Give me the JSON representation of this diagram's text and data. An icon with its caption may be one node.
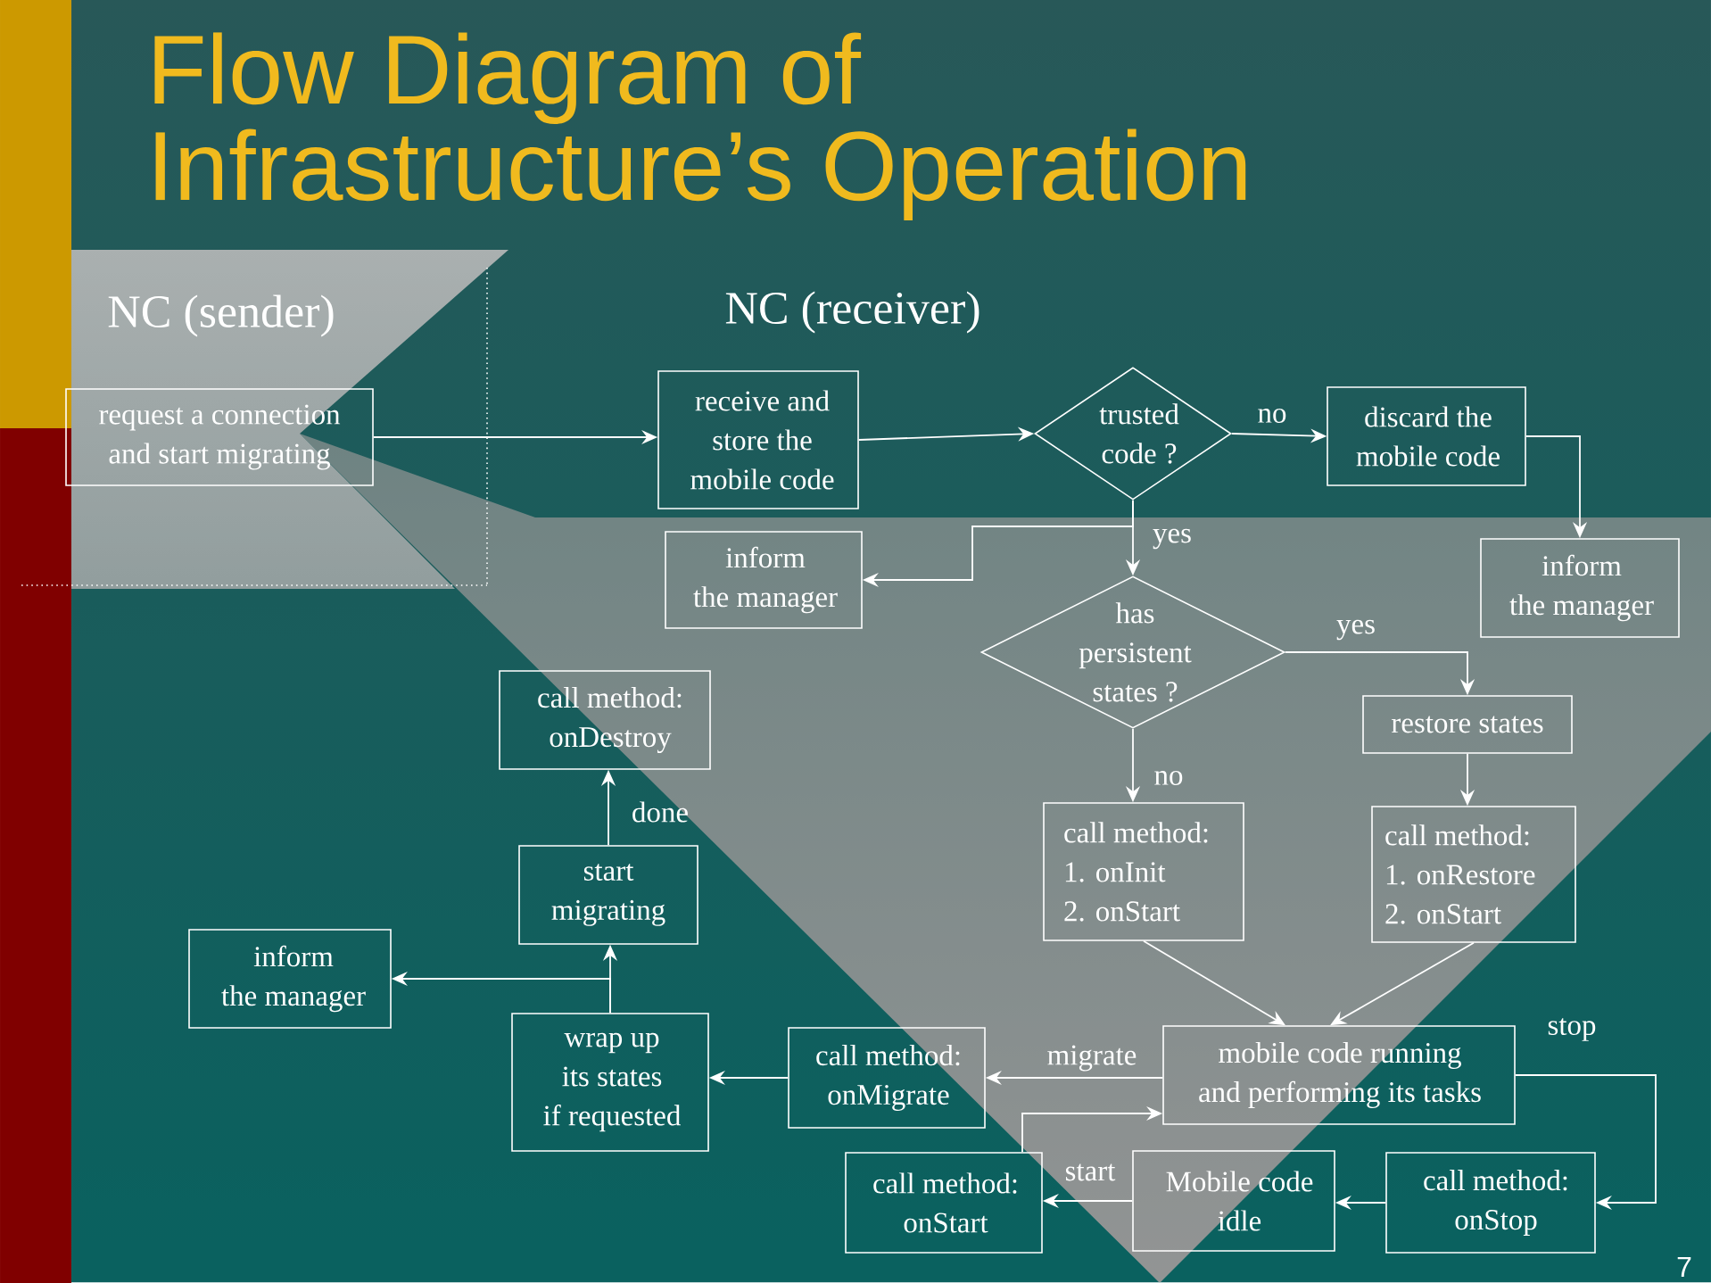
{
  "diagram": {
    "title": "Flow Diagram of Infrastructure’s Operation",
    "nodes": [
      {
        "text": [
          "request a connection and start migrating"
        ]
      },
      {
        "text": [
          "receive and store the mobile code"
        ]
      },
      {
        "text": [
          "trusted code ?"
        ]
      },
      {
        "text": [
          "discard the mobile code"
        ]
      },
      {
        "text": [
          "inform the manager"
        ]
      },
      {
        "text": [
          "inform the manager"
        ]
      },
      {
        "text": [
          "has persistent states ?"
        ]
      },
      {
        "text": [
          "restore states"
        ]
      },
      {
        "text": [
          "call method: 1. onInit 2. onStart"
        ]
      },
      {
        "text": [
          "call method: 1. onRestore 2. onStart"
        ]
      },
      {
        "text": [
          "mobile code running and performing its tasks"
        ]
      },
      {
        "text": [
          "call method: onMigrate"
        ]
      },
      {
        "text": [
          "wrap up its states if requested"
        ]
      },
      {
        "text": [
          "start migrating"
        ]
      },
      {
        "text": [
          "call method: onDestroy"
        ]
      },
      {
        "text": [
          "inform the manager"
        ]
      },
      {
        "text": [
          "call method: onStart"
        ]
      },
      {
        "text": [
          "Mobile code idle"
        ]
      },
      {
        "text": [
          "call method: onStop"
        ]
      }
    ],
    "edges": [
      {
        "from": 0,
        "to": 1,
        "arrow": "to"
      },
      {
        "from": 1,
        "to": 2,
        "arrow": "to"
      },
      {
        "from": 2,
        "to": 3,
        "arrow": "to",
        "label": "no"
      },
      {
        "from": 2,
        "to": 4,
        "arrow": "to"
      },
      {
        "from": 2,
        "to": 6,
        "arrow": "to",
        "label": "yes"
      },
      {
        "from": 3,
        "to": 5,
        "arrow": "to"
      },
      {
        "from": 6,
        "to": 7,
        "arrow": "to",
        "label": "yes"
      },
      {
        "from": 6,
        "to": 8,
        "arrow": "to",
        "label": "no"
      },
      {
        "from": 7,
        "to": 9,
        "arrow": "to"
      },
      {
        "from": 8,
        "to": 10,
        "arrow": "to"
      },
      {
        "from": 9,
        "to": 10,
        "arrow": "to"
      },
      {
        "from": 10,
        "to": 11,
        "arrow": "to",
        "label": "migrate"
      },
      {
        "from": 11,
        "to": 12,
        "arrow": "to"
      },
      {
        "from": 12,
        "to": 13,
        "arrow": "to"
      },
      {
        "from": 12,
        "to": 15,
        "arrow": "to"
      },
      {
        "from": 13,
        "to": 14,
        "arrow": "to",
        "label": "done"
      },
      {
        "from": 10,
        "to": 18,
        "arrow": "to",
        "label": "stop"
      },
      {
        "from": 18,
        "to": 17,
        "arrow": "to"
      },
      {
        "from": 17,
        "to": 16,
        "arrow": "to",
        "label": "start"
      },
      {
        "from": 16,
        "to": 10,
        "arrow": "to"
      }
    ],
    "labels": [
      "NC (sender)",
      "NC (receiver)",
      "7"
    ]
  }
}
